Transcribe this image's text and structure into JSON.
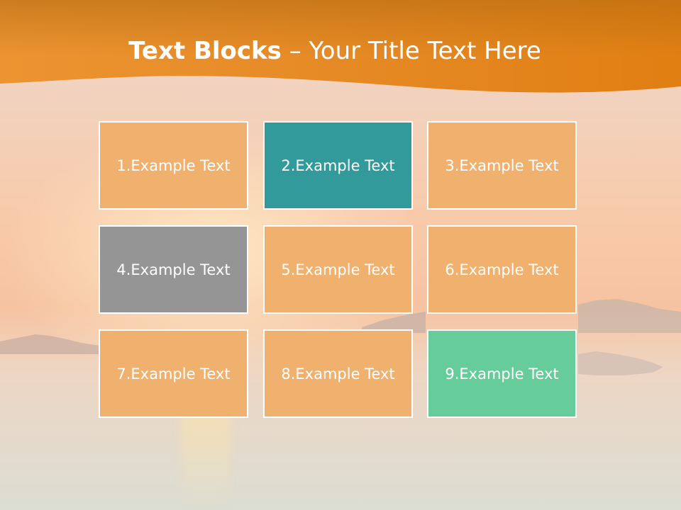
{
  "title": {
    "bold_part": "Text Blocks",
    "separator": " – ",
    "regular_part": "Your Title Text Here"
  },
  "blocks": [
    {
      "label": "1.Example Text",
      "color": "#f0b06e"
    },
    {
      "label": "2.Example Text",
      "color": "#339a9b"
    },
    {
      "label": "3.Example Text",
      "color": "#f0b06e"
    },
    {
      "label": "4.Example Text",
      "color": "#959595"
    },
    {
      "label": "5.Example Text",
      "color": "#f0b06e"
    },
    {
      "label": "6.Example Text",
      "color": "#f0b06e"
    },
    {
      "label": "7.Example Text",
      "color": "#f0b06e"
    },
    {
      "label": "8.Example Text",
      "color": "#f0b06e"
    },
    {
      "label": "9.Example Text",
      "color": "#66cc99"
    }
  ],
  "colors": {
    "header_orange": "#e98a1f",
    "block_border": "#ffffff"
  }
}
